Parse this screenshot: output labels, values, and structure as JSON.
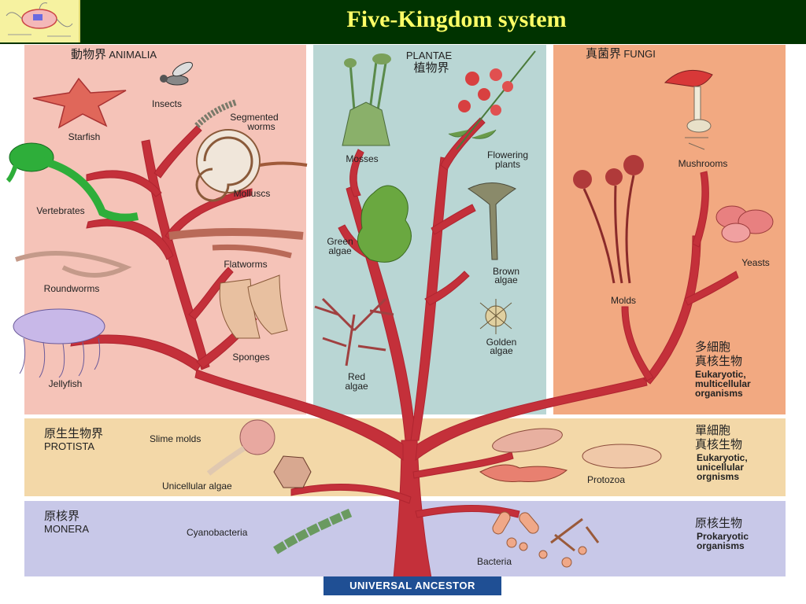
{
  "header": {
    "title": "Five-Kingdom system"
  },
  "kingdoms": {
    "animalia": {
      "cjk": "動物界",
      "name": "ANIMALIA"
    },
    "plantae": {
      "name": "PLANTAE",
      "cjk": "植物界"
    },
    "fungi": {
      "cjk": "真菌界",
      "name": "FUNGI"
    },
    "protista": {
      "cjk": "原生生物界",
      "name": "PROTISTA"
    },
    "monera": {
      "cjk": "原核界",
      "name": "MONERA"
    }
  },
  "animals": {
    "insects": "Insects",
    "segmented_1": "Segmented",
    "segmented_2": "worms",
    "starfish": "Starfish",
    "vertebrates": "Vertebrates",
    "molluscs": "Molluscs",
    "flatworms": "Flatworms",
    "roundworms": "Roundworms",
    "sponges": "Sponges",
    "jellyfish": "Jellyfish"
  },
  "plants": {
    "mosses": "Mosses",
    "flowering_1": "Flowering",
    "flowering_2": "plants",
    "green_1": "Green",
    "green_2": "algae",
    "brown_1": "Brown",
    "brown_2": "algae",
    "golden_1": "Golden",
    "golden_2": "algae",
    "red_1": "Red",
    "red_2": "algae"
  },
  "fungi_items": {
    "mushrooms": "Mushrooms",
    "yeasts": "Yeasts",
    "molds": "Molds"
  },
  "groups": {
    "multi_cjk_1": "多細胞",
    "multi_cjk_2": "真核生物",
    "multi_en_1": "Eukaryotic,",
    "multi_en_2": "multicellular",
    "multi_en_3": "organisms",
    "uni_cjk_1": "單細胞",
    "uni_cjk_2": "真核生物",
    "uni_en_1": "Eukaryotic,",
    "uni_en_2": "unicellular",
    "uni_en_3": "orgnisms",
    "pro_cjk": "原核生物",
    "pro_en_1": "Prokaryotic",
    "pro_en_2": "organisms"
  },
  "protista_items": {
    "slime": "Slime molds",
    "unicellular": "Unicellular algae",
    "protozoa": "Protozoa"
  },
  "monera_items": {
    "cyano": "Cyanobacteria",
    "bacteria": "Bacteria"
  },
  "root": "UNIVERSAL ANCESTOR",
  "colors": {
    "header_bg": "#003300",
    "title": "#ffff66",
    "animalia_bg": "#f5c3b8",
    "plantae_bg": "#b9d6d4",
    "fungi_bg": "#f2a981",
    "protista_bg": "#f3d8a8",
    "monera_bg": "#c8c8e8",
    "tree": "#c4303a"
  }
}
